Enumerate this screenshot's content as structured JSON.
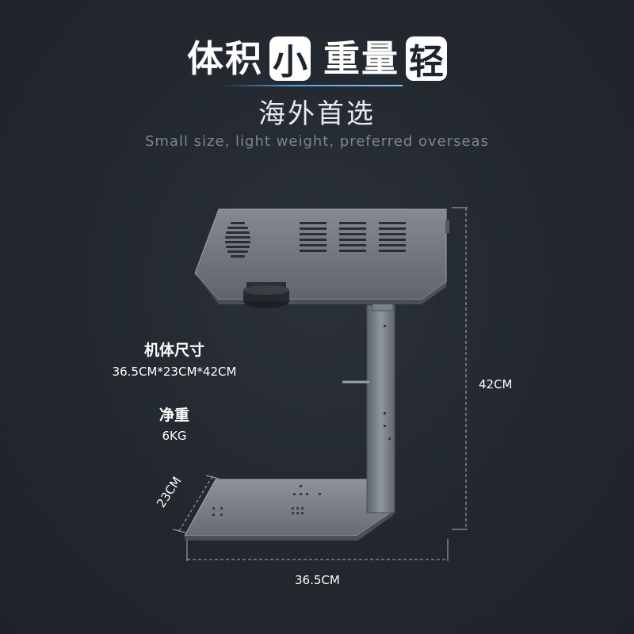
{
  "header": {
    "title_part1": "体积",
    "title_box1": "小",
    "title_part2": "重量",
    "title_box2": "轻",
    "subtitle_cn": "海外首选",
    "subtitle_en": "Small size, light weight, preferred overseas"
  },
  "specs": {
    "size_label": "机体尺寸",
    "size_value": "36.5CM*23CM*42CM",
    "weight_label": "净重",
    "weight_value": "6KG"
  },
  "dimensions": {
    "height": "42CM",
    "width": "36.5CM",
    "depth": "23CM"
  },
  "colors": {
    "background": "#22272e",
    "accent_line": "#5ba0e0",
    "machine_body": "#6b7079"
  }
}
